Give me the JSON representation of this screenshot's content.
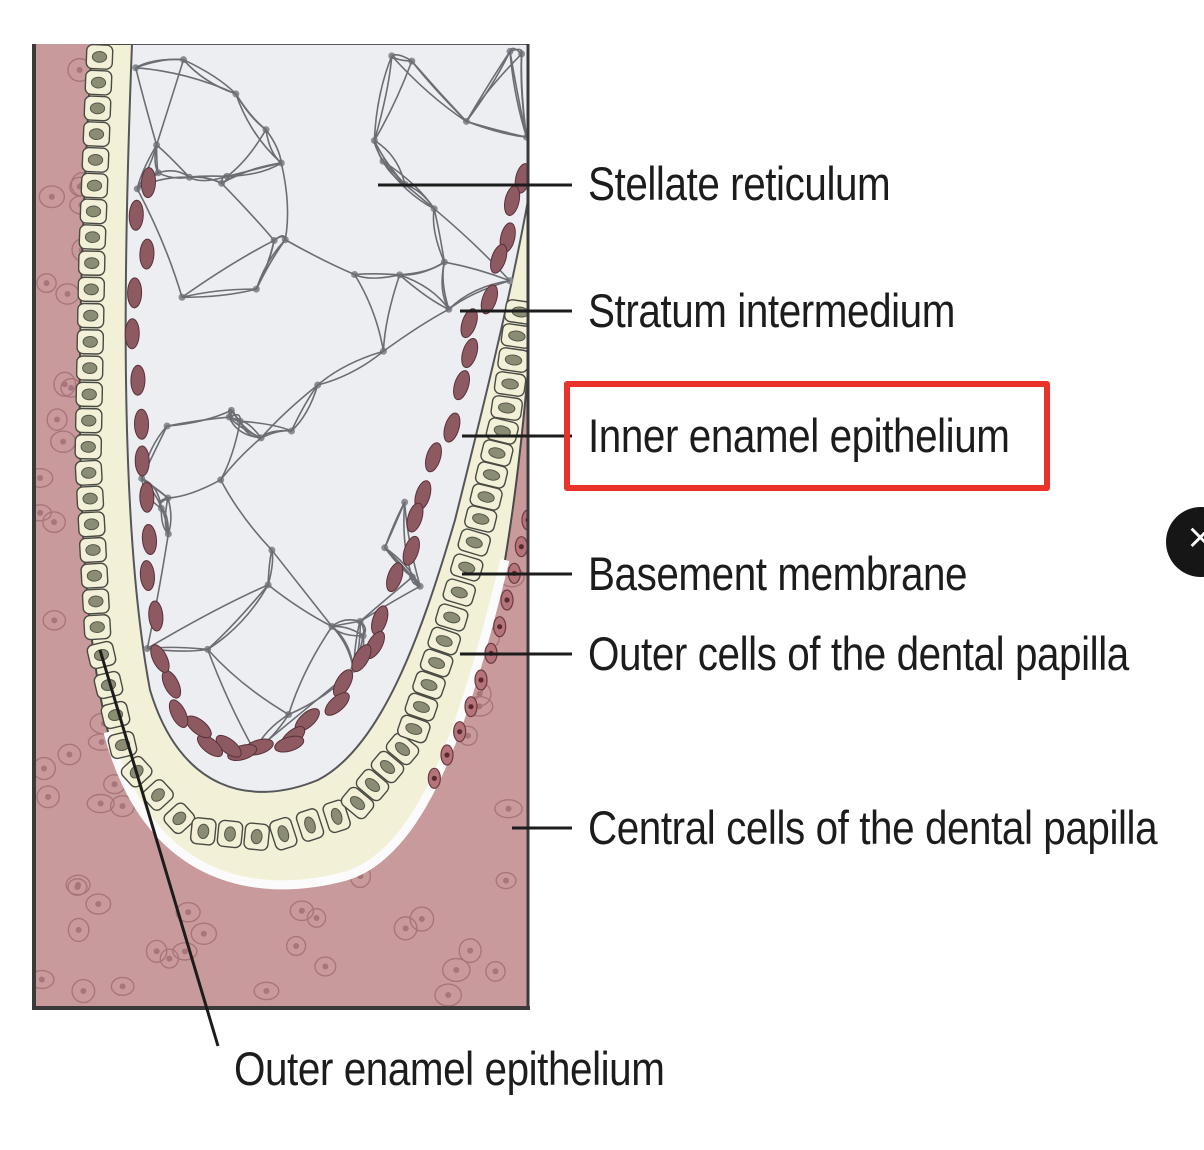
{
  "labels": {
    "stellate_reticulum": "Stellate reticulum",
    "stratum_intermedium": "Stratum intermedium",
    "inner_enamel_epithelium": "Inner enamel epithelium",
    "basement_membrane": "Basement membrane",
    "outer_cells_dental_papilla": "Outer cells of the dental papilla",
    "central_cells_dental_papilla": "Central cells of the dental papilla",
    "outer_enamel_epithelium": "Outer enamel epithelium"
  },
  "highlighted_label": "Inner enamel epithelium",
  "colors": {
    "papilla_fill": "#c99a9c",
    "papilla_cell": "#a8757a",
    "epithelium_cell": "#f2f1d8",
    "nucleus": "#8b8c74",
    "stellate_fill": "#eceef2",
    "stratum_cell": "#8e5a62",
    "highlight_border": "#e8332b",
    "close_button": "#161616"
  },
  "close_button": {
    "icon": "close-icon",
    "glyph": "×"
  }
}
